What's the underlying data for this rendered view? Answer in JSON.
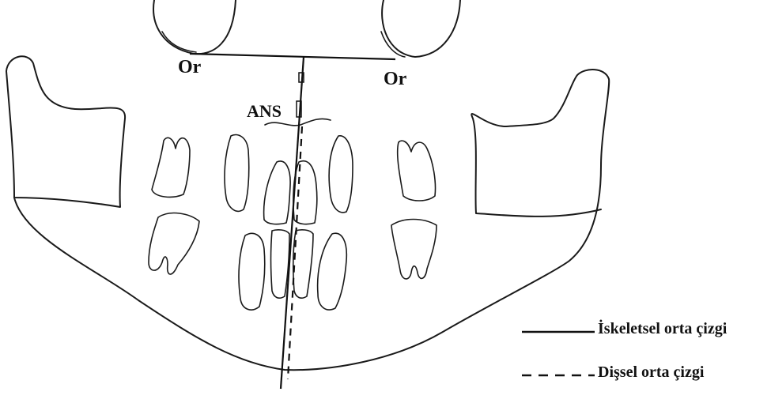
{
  "diagram": {
    "labels": {
      "or_left": "Or",
      "or_right": "Or",
      "ans": "ANS"
    },
    "legend": {
      "skeletal": "İskeletsel orta çizgi",
      "dental": "Dişsel orta çizgi"
    }
  }
}
